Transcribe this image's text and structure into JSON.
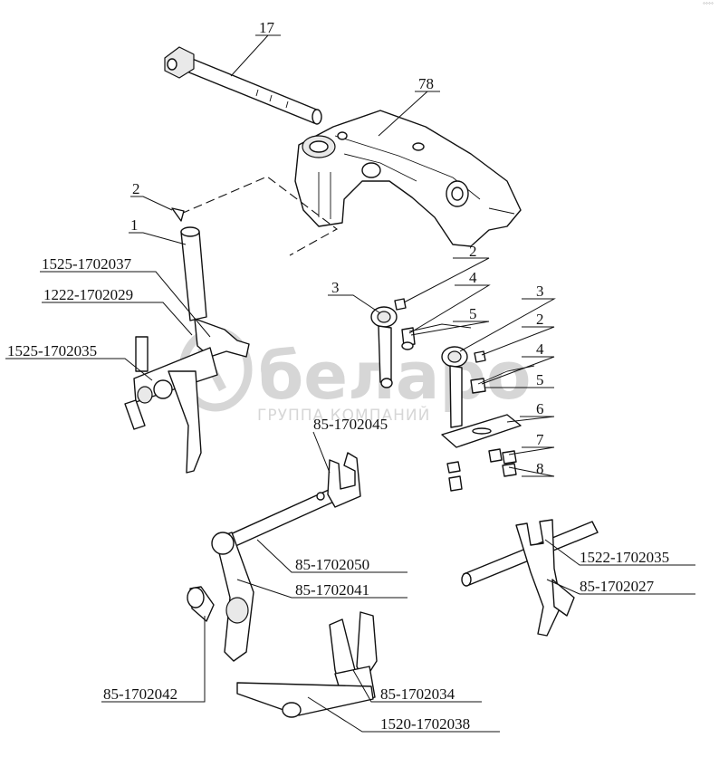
{
  "corner_mark": "°°°°",
  "watermark": {
    "brand": "беларо",
    "tagline": "ГРУППА КОМПАНИЙ",
    "color": "#d2d2d2"
  },
  "labels": {
    "p17": "17",
    "p78": "78",
    "p2a": "2",
    "p1": "1",
    "p1525_037": "1525-1702037",
    "p1222_029": "1222-1702029",
    "p1525_035": "1525-1702035",
    "p2b": "2",
    "p3a": "3",
    "p4a": "4",
    "p5a": "5",
    "p3b": "3",
    "p2c": "2",
    "p4b": "4",
    "p5b": "5",
    "p6": "6",
    "p7": "7",
    "p8": "8",
    "p85_045": "85-1702045",
    "p85_050": "85-1702050",
    "p85_041": "85-1702041",
    "p85_042": "85-1702042",
    "p85_034": "85-1702034",
    "p1520_038": "1520-1702038",
    "p1522_035": "1522-1702035",
    "p85_027": "85-1702027"
  }
}
